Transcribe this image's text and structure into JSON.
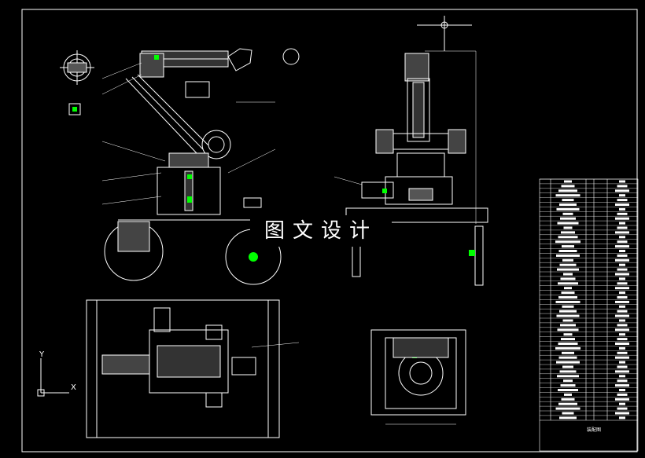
{
  "watermark": {
    "text": "图文设计"
  },
  "ucs": {
    "x_label": "X",
    "y_label": "Y"
  },
  "title_block": {
    "label": "装配图"
  },
  "colors": {
    "background": "#000000",
    "line": "#ffffff",
    "accent": "#00ff00"
  }
}
